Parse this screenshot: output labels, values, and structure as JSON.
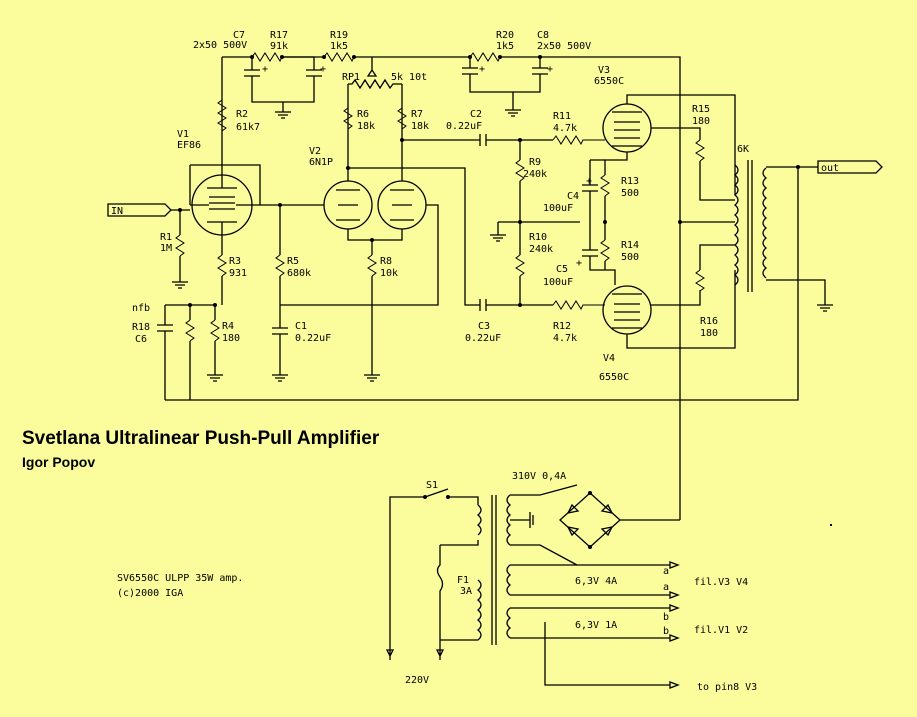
{
  "title": "Svetlana Ultralinear Push-Pull Amplifier",
  "author": "Igor Popov",
  "note_line1": "SV6550C ULPP 35W amp.",
  "note_line2": "(c)2000 IGA",
  "components": {
    "c7": {
      "ref": "C7",
      "value": "2x50 500V"
    },
    "r17": {
      "ref": "R17",
      "value": "91k"
    },
    "r19": {
      "ref": "R19",
      "value": "1k5"
    },
    "r20": {
      "ref": "R20",
      "value": "1k5"
    },
    "c8": {
      "ref": "C8",
      "value": "2x50 500V"
    },
    "rp1": {
      "ref": "RP1",
      "value": "5k 10t"
    },
    "r2": {
      "ref": "R2",
      "value": "61k7"
    },
    "v1": {
      "ref": "V1",
      "value": "EF86"
    },
    "v2": {
      "ref": "V2",
      "value": "6N1P"
    },
    "r6": {
      "ref": "R6",
      "value": "18k"
    },
    "r7": {
      "ref": "R7",
      "value": "18k"
    },
    "c2": {
      "ref": "C2",
      "value": "0.22uF"
    },
    "r11": {
      "ref": "R11",
      "value": "4.7k"
    },
    "v3": {
      "ref": "V3",
      "value": "6550C"
    },
    "r15": {
      "ref": "R15",
      "value": "180"
    },
    "ot": {
      "value": "6K"
    },
    "r9": {
      "ref": "R9",
      "value": "240k"
    },
    "r13": {
      "ref": "R13",
      "value": "500"
    },
    "c4": {
      "ref": "C4",
      "value": "100uF"
    },
    "r10": {
      "ref": "R10",
      "value": "240k"
    },
    "r14": {
      "ref": "R14",
      "value": "500"
    },
    "c5": {
      "ref": "C5",
      "value": "100uF"
    },
    "r1": {
      "ref": "R1",
      "value": "1M"
    },
    "r3": {
      "ref": "R3",
      "value": "931"
    },
    "r5": {
      "ref": "R5",
      "value": "680k"
    },
    "r8": {
      "ref": "R8",
      "value": "10k"
    },
    "r4": {
      "ref": "R4",
      "value": "180"
    },
    "r18": {
      "ref": "R18"
    },
    "c6": {
      "ref": "C6"
    },
    "c1": {
      "ref": "C1",
      "value": "0.22uF"
    },
    "c3": {
      "ref": "C3",
      "value": "0.22uF"
    },
    "r12": {
      "ref": "R12",
      "value": "4.7k"
    },
    "r16": {
      "ref": "R16",
      "value": "180"
    },
    "v4": {
      "ref": "V4",
      "value": "6550C"
    },
    "s1": {
      "ref": "S1"
    },
    "f1": {
      "ref": "F1",
      "value": "3A"
    }
  },
  "io": {
    "in": "IN",
    "out": "out",
    "nfb": "nfb",
    "mains": "220V",
    "hv": "310V 0,4A",
    "fil_a_voltage": "6,3V 4A",
    "fil_b_voltage": "6,3V 1A",
    "fil_a_dest": "fil.V3 V4",
    "fil_b_dest": "fil.V1 V2",
    "pin8_dest": "to pin8 V3",
    "tap_a": "a",
    "tap_b": "b",
    "plus": "+"
  }
}
